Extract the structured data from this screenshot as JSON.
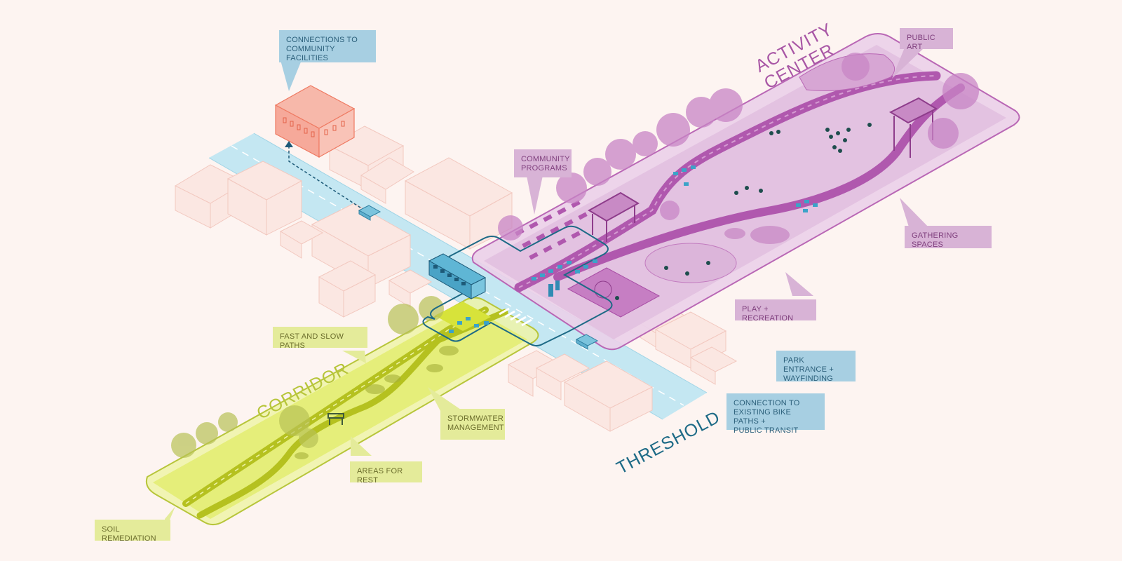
{
  "colors": {
    "background": "#fdf4f1",
    "activity": "#b967b5",
    "activity_fill": "#e7c6e4",
    "corridor": "#c4d13a",
    "corridor_fill": "#e5ee7a",
    "threshold": "#1d6a86",
    "water": "#c4e7f2",
    "facility": "#f6a99a",
    "building": "#f4d3cc"
  },
  "zones": {
    "activity": "ACTIVITY\nCENTER",
    "corridor": "CORRIDOR",
    "threshold": "THRESHOLD"
  },
  "callouts": {
    "community_facilities": "CONNECTIONS TO\nCOMMUNITY FACILITIES",
    "public_art": "PUBLIC ART",
    "community_programs": "COMMUNITY\nPROGRAMS",
    "gathering_spaces": "GATHERING SPACES",
    "play_recreation": "PLAY + RECREATION",
    "park_entrance": "PARK ENTRANCE +\nWAYFINDING",
    "bike_transit": "CONNECTION TO\nEXISTING BIKE PATHS +\nPUBLIC TRANSIT",
    "fast_slow_paths": "FAST AND SLOW PATHS",
    "stormwater": "STORMWATER\nMANAGEMENT",
    "areas_rest": "AREAS FOR REST",
    "soil_remediation": "SOIL REMEDIATION"
  },
  "icons": [
    "tree-icon",
    "bus-icon",
    "car-icon",
    "person-icon",
    "bench-icon",
    "pergola-icon",
    "sign-icon"
  ]
}
